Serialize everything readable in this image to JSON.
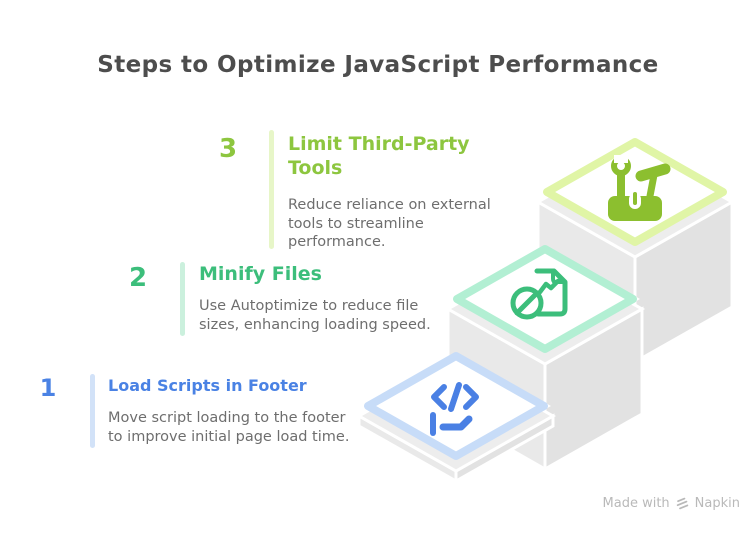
{
  "title": "Steps to Optimize JavaScript Performance",
  "steps": [
    {
      "number": "1",
      "heading": "Load Scripts in Footer",
      "description": "Move script loading to the footer to improve initial page load time.",
      "accent_color": "#4a82e4",
      "bar_color": "#d2e2f8",
      "tile_border_color": "#c7dcf8",
      "icon": "code-footer-icon"
    },
    {
      "number": "2",
      "heading": "Minify Files",
      "description": "Use Autoptimize to reduce file sizes, enhancing loading speed.",
      "accent_color": "#3cbe7b",
      "bar_color": "#cbf0dd",
      "tile_border_color": "#b2efd3",
      "icon": "minify-file-icon"
    },
    {
      "number": "3",
      "heading": "Limit Third-Party Tools",
      "description": "Reduce reliance on external tools to streamline performance.",
      "accent_color": "#8dc63f",
      "bar_color": "#e7f6c8",
      "tile_border_color": "#e0f5a6",
      "icon": "tools-icon"
    }
  ],
  "footer": {
    "made_with": "Made with",
    "brand": "Napkin"
  },
  "colors": {
    "title_text": "#4d4d4d",
    "body_text": "#6e6e6e",
    "stair_top": "#ededed",
    "stair_left": "#e9e9e9",
    "stair_right": "#e2e2e2",
    "footer_text": "#b9b9b9"
  }
}
